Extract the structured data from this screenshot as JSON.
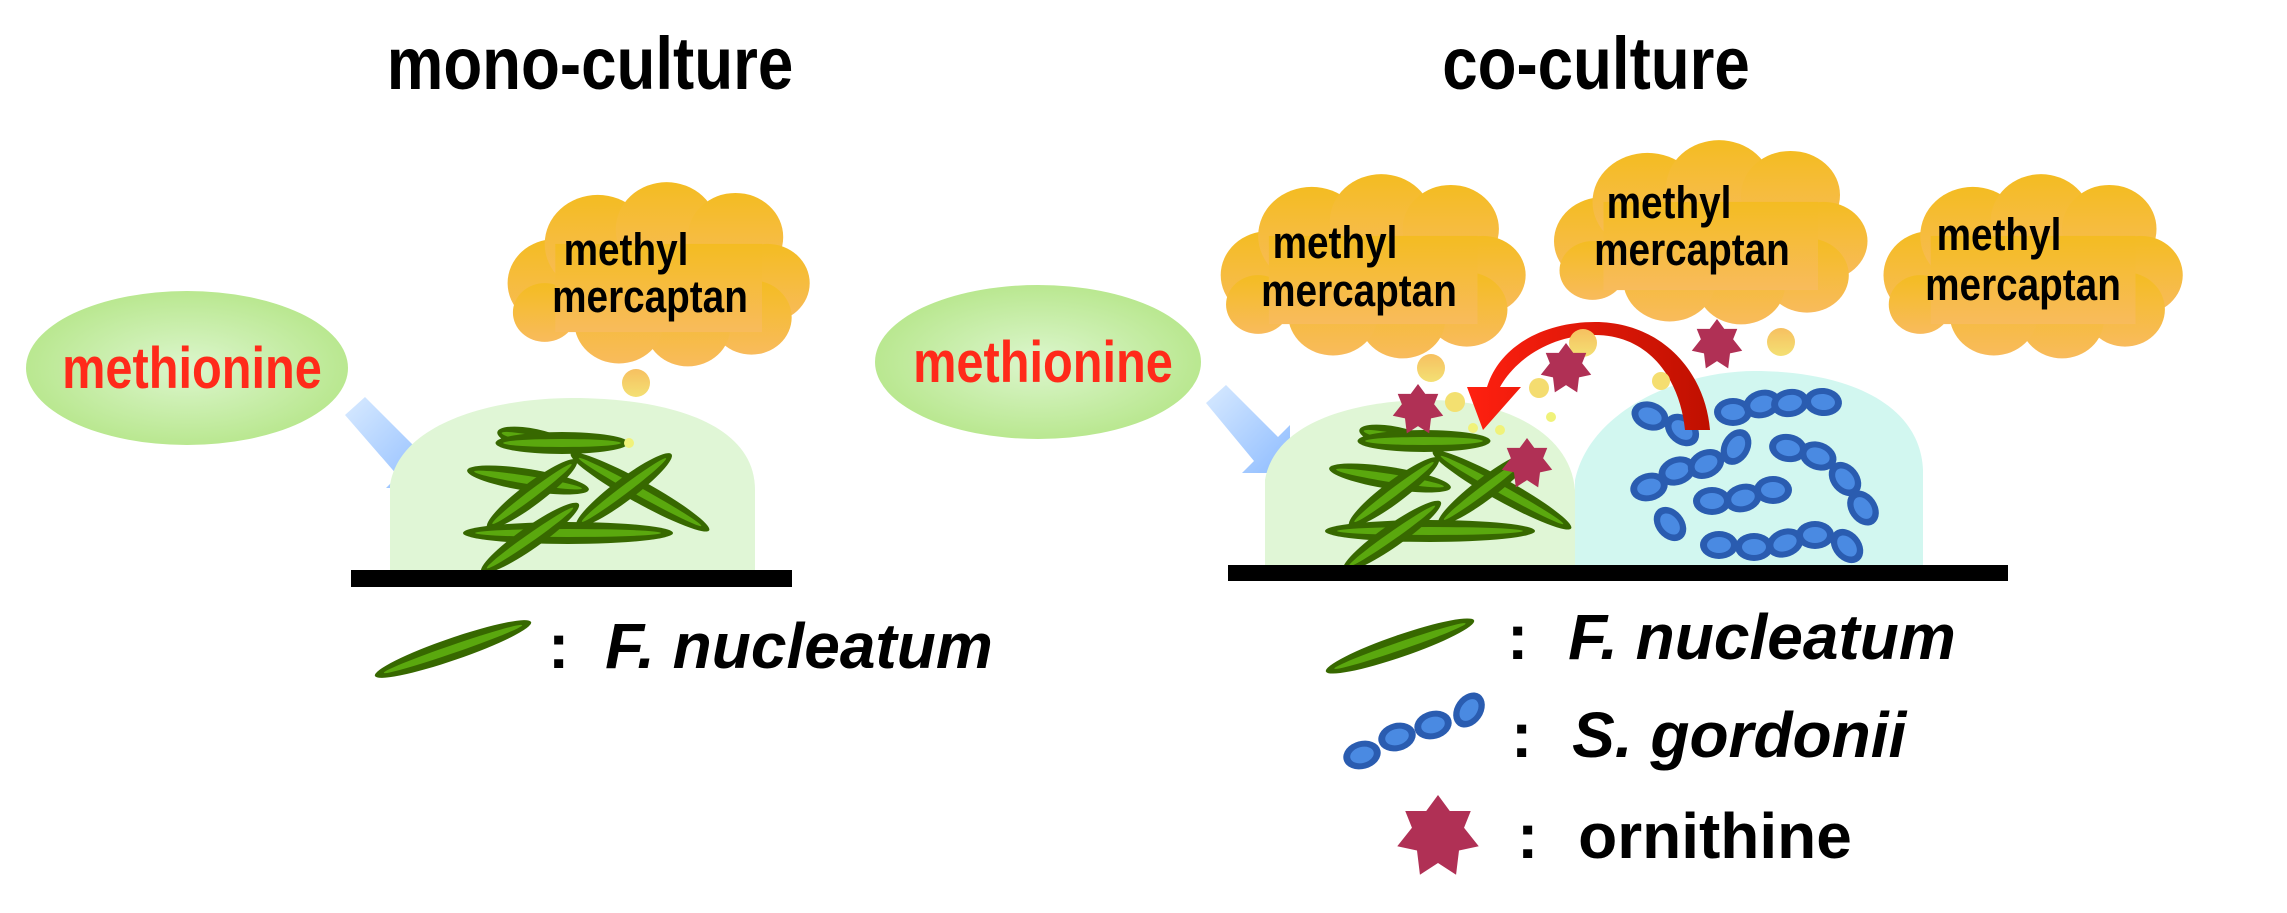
{
  "panels": {
    "mono": {
      "title": "mono-culture",
      "substrate_label": "methionine",
      "product_clouds": [
        {
          "line1": "methyl",
          "line2": "mercaptan"
        }
      ],
      "legend": [
        {
          "icon": "rod-bacterium-icon",
          "separator": ":",
          "label": "F. nucleatum",
          "italic": true
        }
      ]
    },
    "co": {
      "title": "co-culture",
      "substrate_label": "methionine",
      "product_clouds": [
        {
          "line1": "methyl",
          "line2": "mercaptan"
        },
        {
          "line1": "methyl",
          "line2": "mercaptan"
        },
        {
          "line1": "methyl",
          "line2": "mercaptan"
        }
      ],
      "legend": [
        {
          "icon": "rod-bacterium-icon",
          "separator": ":",
          "label": "F. nucleatum",
          "italic": true
        },
        {
          "icon": "cocci-chain-icon",
          "separator": ":",
          "label": "S. gordonii",
          "italic": true
        },
        {
          "icon": "star-icon",
          "separator": ":",
          "label": "ornithine",
          "italic": false
        }
      ]
    }
  },
  "colors": {
    "methionine_text": "#ff2a1a",
    "methionine_bubble": "#bfe99a",
    "cloud_top": "#f4bc22",
    "cloud_bottom": "#f8bb5c",
    "f_nucleatum_fill": "#5aa80e",
    "f_nucleatum_stroke": "#376800",
    "s_gordonii_fill": "#4a8ae2",
    "s_gordonii_stroke": "#2a5cb0",
    "ornithine": "#b03055",
    "mono_biofilm": "#e0f6d6",
    "co_biofilm_s_gordonii": "#d2f7f0",
    "transfer_arrow": "#e41b0c",
    "substrate_arrow": "#9ec8ff"
  }
}
